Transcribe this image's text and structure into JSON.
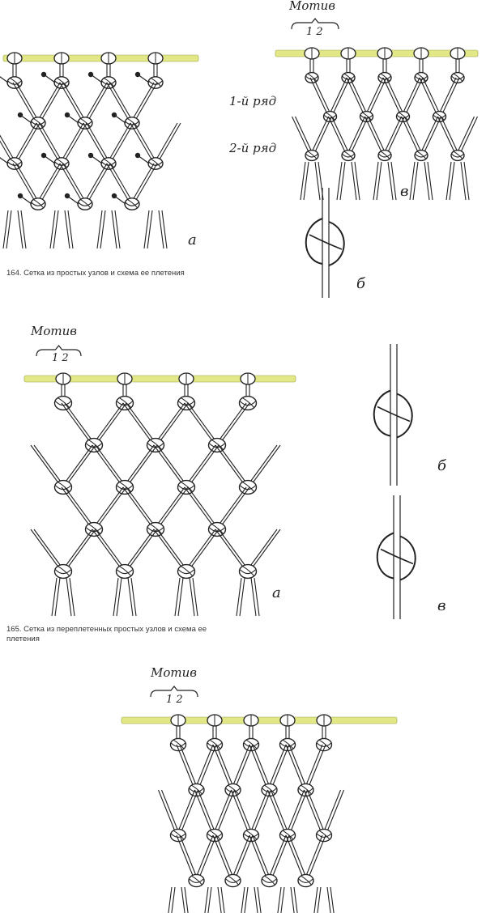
{
  "fig164": {
    "motif_label": "Мотив",
    "motif_numbers": "1 2",
    "row1_label": "1-й ряд",
    "row2_label": "2-й ряд",
    "letter_a": "а",
    "letter_b": "б",
    "letter_v": "в",
    "caption": "164. Сетка из простых узлов и схема ее плетения"
  },
  "fig165": {
    "motif_label": "Мотив",
    "motif_numbers": "1 2",
    "letter_a": "а",
    "letter_b": "б",
    "letter_v": "в",
    "caption": "165. Сетка из переплетенных простых узлов и схема ее плетения"
  },
  "fig166": {
    "motif_label": "Мотив",
    "motif_numbers": "1 2"
  },
  "colors": {
    "rod": "#e2e888",
    "ink": "#222222"
  }
}
